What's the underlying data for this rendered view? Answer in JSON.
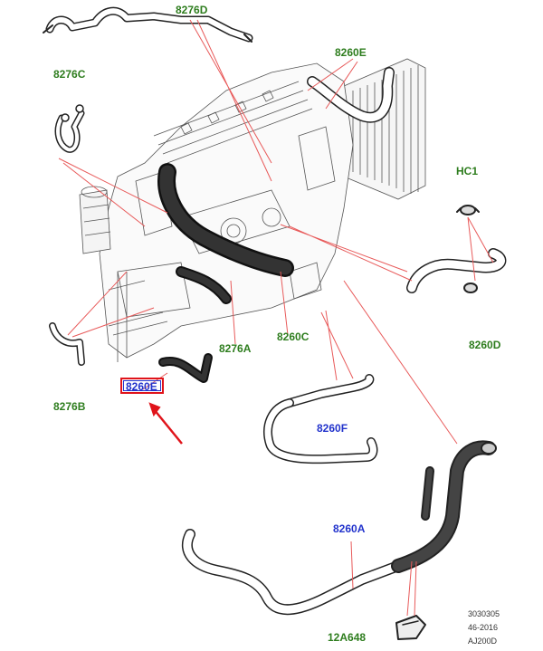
{
  "labels": {
    "l_8276D": "8276D",
    "l_8260E_top": "8260E",
    "l_8276C": "8276C",
    "l_HC1": "HC1",
    "l_8276A": "8276A",
    "l_8260C": "8260C",
    "l_8260D": "8260D",
    "l_8276B": "8276B",
    "l_8260E_sel": "8260E",
    "l_8260F": "8260F",
    "l_8260A": "8260A",
    "l_12A648": "12A648"
  },
  "ref": {
    "line1": "3030305",
    "line2": "46-2016",
    "line3": "AJ200D"
  },
  "colors": {
    "part_label_green": "#2e7d1e",
    "part_label_blue": "#2233cc",
    "leader_line": "#e85a5a",
    "highlight": "#e0141b"
  }
}
